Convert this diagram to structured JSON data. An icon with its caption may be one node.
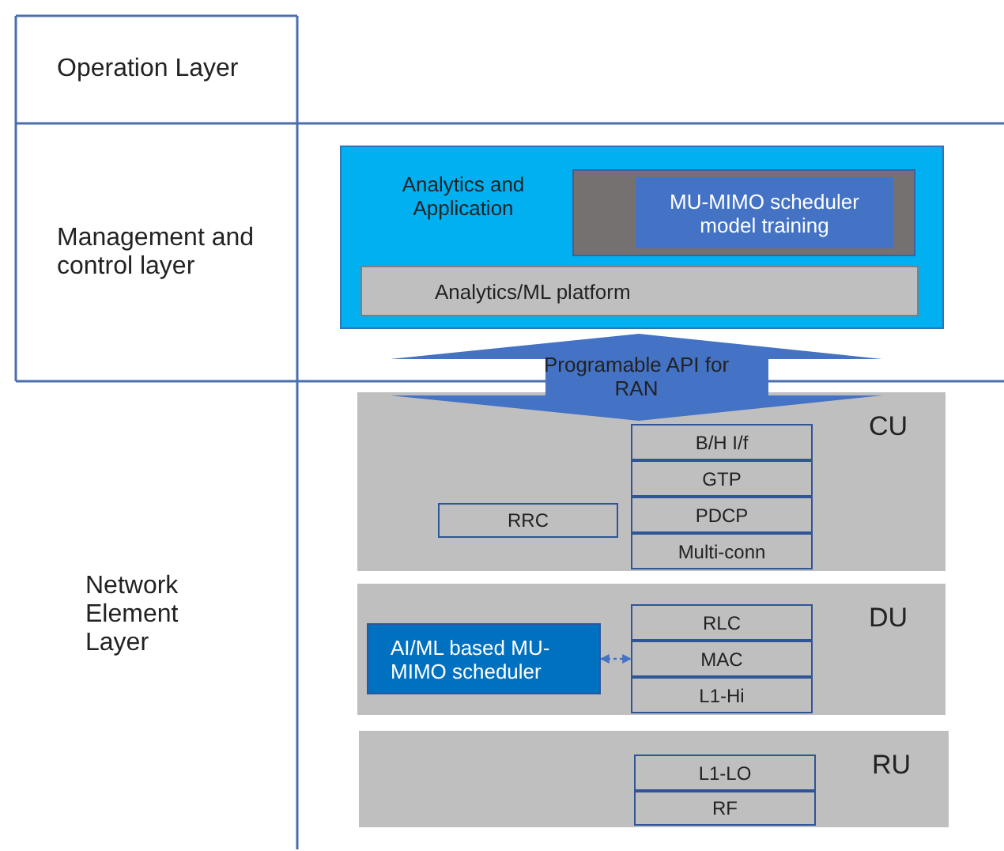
{
  "diagram": {
    "nodes": [
      {
        "text": [
          "Operation Layer"
        ]
      },
      {
        "text": [
          "Management and control layer"
        ]
      },
      {
        "text": [
          "Network Element Layer"
        ]
      },
      {
        "text": [
          "Analytics and Application"
        ]
      },
      {
        "text": [],
        "shape": "box",
        "in": 3
      },
      {
        "text": [
          "MU-MIMO scheduler model training"
        ],
        "in": 4
      },
      {
        "text": [
          "Analytics/ML platform"
        ],
        "in": 3
      },
      {
        "text": [
          "Programable API for RAN"
        ]
      },
      {
        "text": [
          "CU"
        ]
      },
      {
        "text": [
          "B/H I/f"
        ],
        "in": 8
      },
      {
        "text": [
          "GTP"
        ],
        "in": 8
      },
      {
        "text": [
          "PDCP"
        ],
        "in": 8
      },
      {
        "text": [
          "Multi-conn"
        ],
        "in": 8
      },
      {
        "text": [
          "RRC"
        ],
        "in": 8
      },
      {
        "text": [
          "DU"
        ]
      },
      {
        "text": [
          "AI/ML based MU-MIMO scheduler"
        ],
        "in": 14
      },
      {
        "text": [
          "RLC"
        ],
        "in": 14
      },
      {
        "text": [
          "MAC"
        ],
        "in": 14
      },
      {
        "text": [
          "L1-Hi"
        ],
        "in": 14
      },
      {
        "text": [
          "RU"
        ]
      },
      {
        "text": [
          "L1-LO"
        ],
        "in": 19
      },
      {
        "text": [
          "RF"
        ],
        "in": 19
      }
    ],
    "edges": [
      {
        "from": 15,
        "to": 17,
        "arrow": "both",
        "style": "dashed"
      }
    ]
  }
}
